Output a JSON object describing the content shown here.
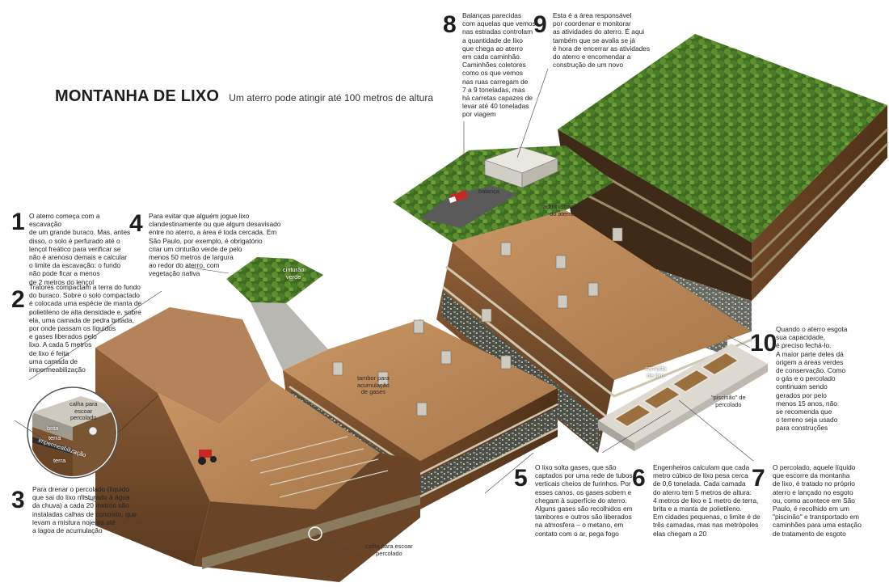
{
  "header": {
    "title": "MONTANHA DE LIXO",
    "subtitle": "Um aterro pode atingir até 100 metros de altura"
  },
  "steps": [
    {
      "number": "1",
      "text": "O aterro começa com a escavação\nde um grande buraco. Mas, antes\ndisso, o solo é perfurado até o\nlençol freático para verificar se\nnão é arenoso demais e calcular\no limite da escavação: o fundo\nnão pode ficar a menos\nde 2 metros do lençol"
    },
    {
      "number": "2",
      "text": "Tratores compactam a terra do fundo\ndo buraco. Sobre o solo compactado\né colocada uma espécie de manta de\npolietileno de alta densidade e, sobre\nela, uma camada de pedra britada,\npor onde passam os líquidos\ne gases liberados pelo\nlixo. A cada 5 metros\nde lixo é feita\numa camada de\nimpermeabilização"
    },
    {
      "number": "3",
      "text": "Para drenar o percolado (líquido\nque sai do lixo misturado à água\nda chuva) a cada 20 metros são\ninstaladas calhas de concreto, que\nlevam a mistura nojenta até\na lagoa de acumulação"
    },
    {
      "number": "4",
      "text": "Para evitar que alguém jogue lixo\nclandestinamente ou que algum desavisado\nentre no aterro, a área é toda cercada. Em\nSão Paulo, por exemplo, é obrigatório\ncriar um cinturão verde de pelo\nmenos 50 metros de largura\nao redor do aterro, com\nvegetação nativa"
    },
    {
      "number": "5",
      "text": "O lixo solta gases, que são\ncaptados por uma rede de tubos\nverticais cheios de furinhos. Por\nesses canos, os gases sobem e\nchegam à superfície do aterro.\nAlguns gases são recolhidos em\ntambores e outros são liberados\nna atmosfera – o metano, em\ncontato com o ar, pega fogo"
    },
    {
      "number": "6",
      "text": "Engenheiros calculam que cada\nmetro cúbico de lixo pesa cerca\nde 0,6 tonelada. Cada camada\ndo aterro tem 5 metros de altura:\n4 metros de lixo e 1 metro de terra,\nbrita e a manta de polietileno.\nEm cidades pequenas, o limite é de\ntrês camadas, mas nas metrópoles\nelas chegam a 20"
    },
    {
      "number": "7",
      "text": "O percolado, aquele líquido\nque escorre da montanha\nde lixo, é tratado no próprio\naterro e lançado no esgoto\nou, como acontece em São\nPaulo, é recolhido em um\n\"piscinão\" e transportado em\ncaminhões para uma estação\nde tratamento de esgoto"
    },
    {
      "number": "8",
      "text": "Balanças parecidas\ncom aquelas que vemos\nnas estradas controlam\na quantidade de lixo\nque chega ao aterro\nem cada caminhão.\nCaminhões coletores\ncomo os que vemos\nnas ruas carregam de\n7 a 9 toneladas, mas\nhá carretas capazes de\nlevar até 40 toneladas\npor viagem"
    },
    {
      "number": "9",
      "text": "Esta é a área responsável\npor coordenar e monitorar\nas atividades do aterro. É aqui\ntambém que se avalia se já\né hora de encerrar as atividades\ndo aterro e encomendar a\nconstrução de um novo"
    },
    {
      "number": "10",
      "text": "Quando o aterro esgota\nsua capacidade,\né preciso fechá-lo.\nA maior parte deles dá\norigem a áreas verdes\nde conservação. Como\no gás e o percolado\ncontinuam sendo\ngerados por pelo\nmenos 15 anos, não\nse recomenda que\no terreno seja usado\npara construções"
    }
  ],
  "labels": {
    "cinturao": "cinturão\nverde",
    "balanca": "balança",
    "administracao": "administração\ndo aterro",
    "tambor": "tambor para\nacumulação\nde gases",
    "camada_lixo": "camada\nde lixo",
    "piscinao": "\"piscinão\" de\npercolado",
    "calha_bottom": "calha para escoar\npercolado",
    "inset_calha": "calha para\nescoar\npercolado",
    "inset_brita": "brita",
    "inset_terra1": "terra",
    "inset_imperm": "impermeabilização",
    "inset_terra2": "terra"
  },
  "colors": {
    "soil": "#8a5a34",
    "soil_top": "#b98657",
    "grass": "#4f7a2a",
    "trash": "#5b5e52",
    "concrete": "#d9d6cf"
  }
}
